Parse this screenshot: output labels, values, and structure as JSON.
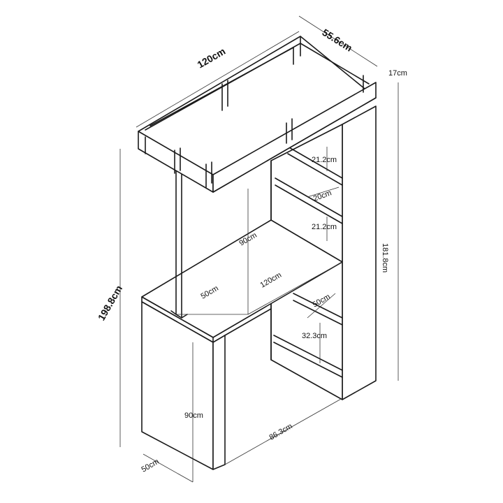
{
  "dimensions": {
    "top_width": "120cm",
    "top_depth": "55.6cm",
    "top_height": "17cm",
    "tower_height": "181.8cm",
    "total_height": "198.8cm",
    "shelf_gap_upper_1": "21.2cm",
    "shelf_depth": "20cm",
    "shelf_gap_upper_2": "21.2cm",
    "gap_height": "90cm",
    "desk_width": "120cm",
    "desk_depth": "50cm",
    "lower_shelf_depth": "50cm",
    "lower_shelf_gap": "32.3cm",
    "desk_height": "90cm",
    "knee_width": "86.3cm",
    "leg_depth": "50cm"
  }
}
